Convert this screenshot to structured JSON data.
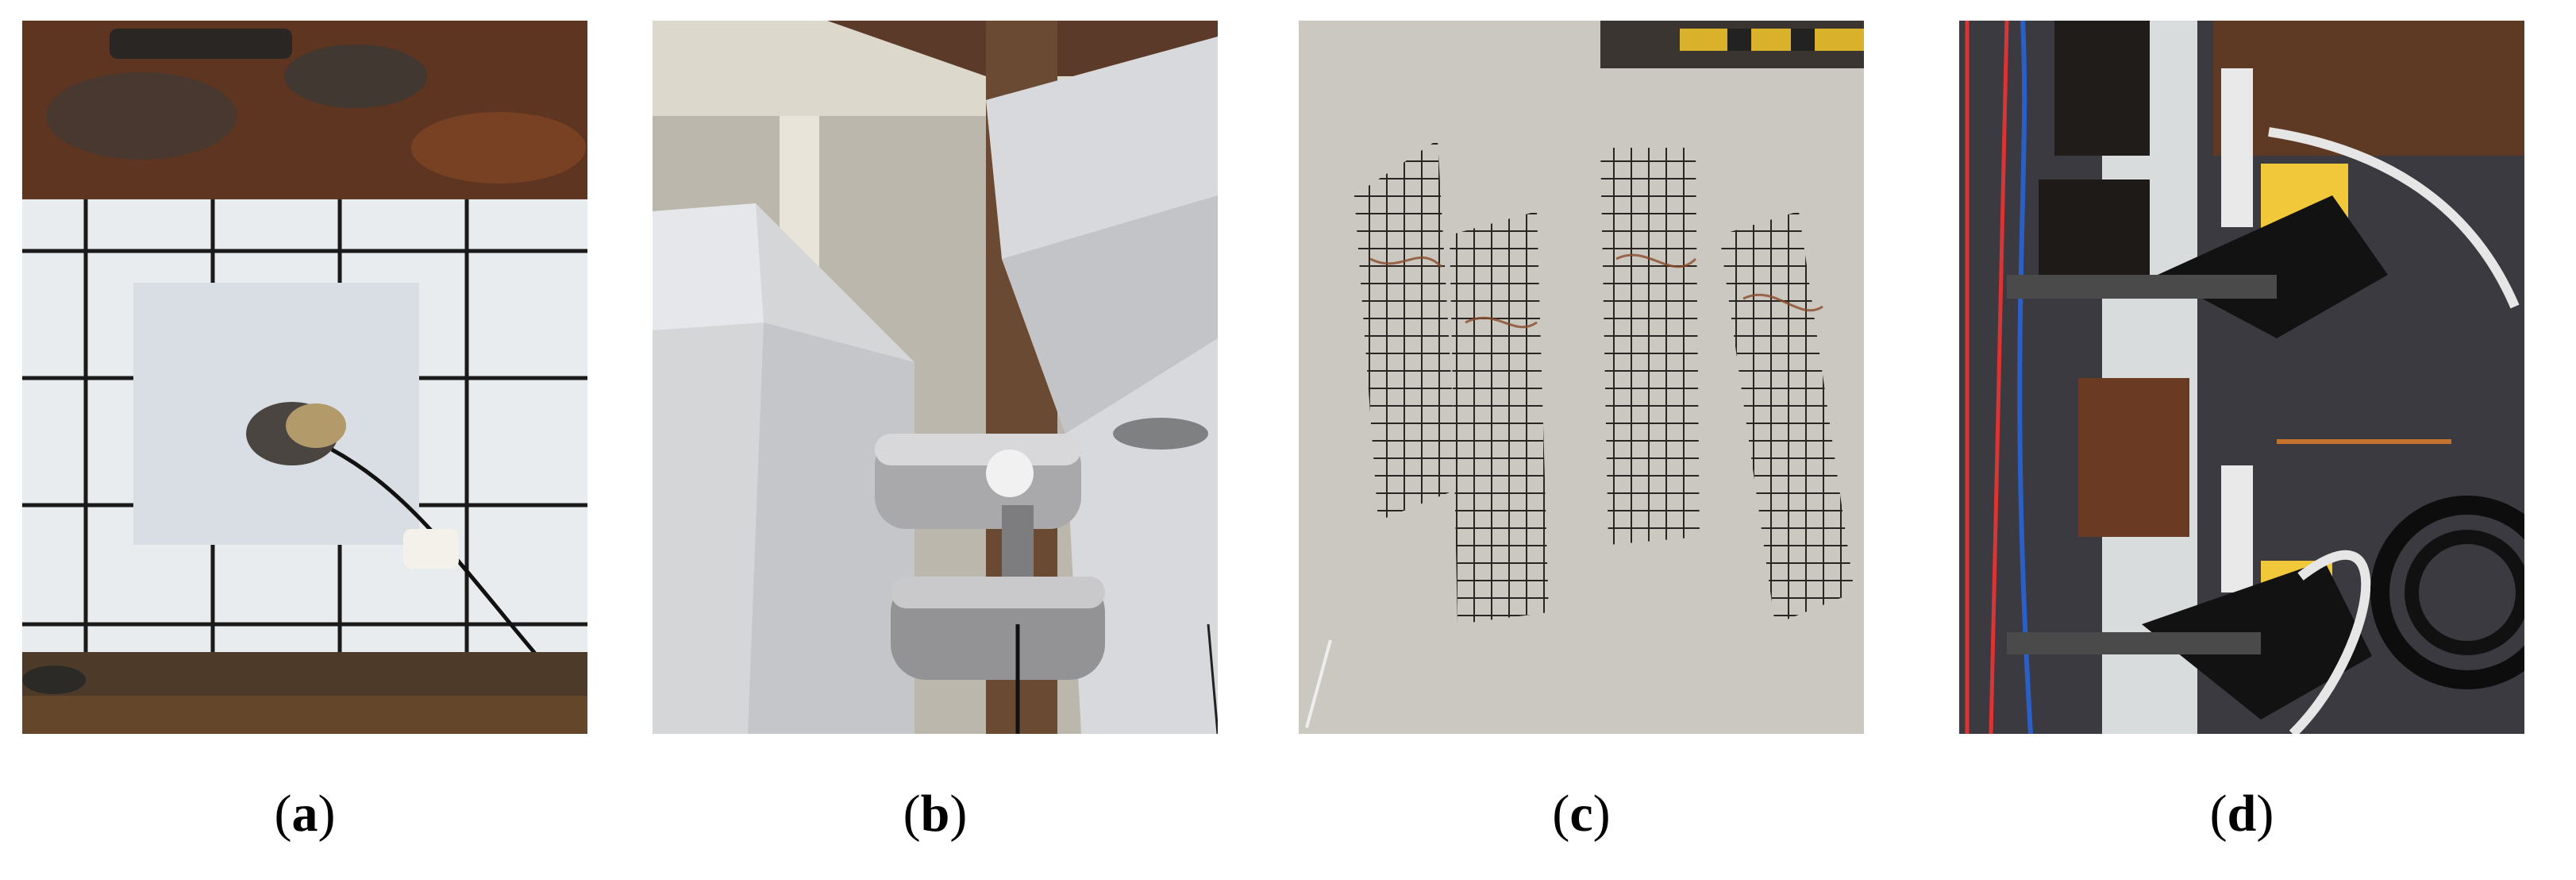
{
  "panels": [
    {
      "id": "a",
      "label_open": "(",
      "label_letter": "a",
      "label_close": ")",
      "content": "rusted-steel-plate-with-bolt-sensor-on-tiled-wall"
    },
    {
      "id": "b",
      "label_open": "(",
      "label_letter": "b",
      "label_close": ")",
      "content": "cylindrical-load-cells-on-white-concrete-blocks"
    },
    {
      "id": "c",
      "label_open": "(",
      "label_letter": "c",
      "label_close": ")",
      "content": "four-rebar-cages-on-concrete-floor"
    },
    {
      "id": "d",
      "label_open": "(",
      "label_letter": "d",
      "label_close": ")",
      "content": "displacement-transducers-clamped-to-test-rig"
    }
  ],
  "colors": {
    "background": "#ffffff",
    "rust": "#6e3a22",
    "tile": "#e9edf0",
    "concrete": "#c9c6c0",
    "steel": "#b8b8b8"
  }
}
